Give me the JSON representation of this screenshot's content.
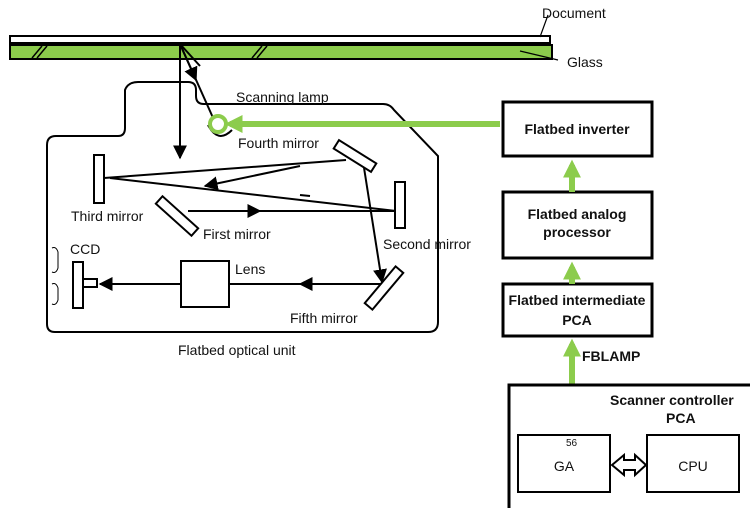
{
  "labels": {
    "document": "Document",
    "glass": "Glass",
    "scanning_lamp": "Scanning lamp",
    "fourth_mirror": "Fourth mirror",
    "third_mirror": "Third mirror",
    "first_mirror": "First mirror",
    "second_mirror": "Second mirror",
    "ccd": "CCD",
    "lens": "Lens",
    "fifth_mirror": "Fifth mirror",
    "optical_unit": "Flatbed optical unit",
    "flatbed_inverter": "Flatbed inverter",
    "analog_processor_1": "Flatbed analog",
    "analog_processor_2": "processor",
    "intermediate_pca_1": "Flatbed intermediate",
    "intermediate_pca_2": "PCA",
    "fblamp": "FBLAMP",
    "scanner_controller_1": "Scanner controller",
    "scanner_controller_2": "PCA",
    "pin": "56",
    "ga": "GA",
    "cpu": "CPU"
  },
  "colors": {
    "green": "#8ccc4c",
    "black": "#000000"
  }
}
